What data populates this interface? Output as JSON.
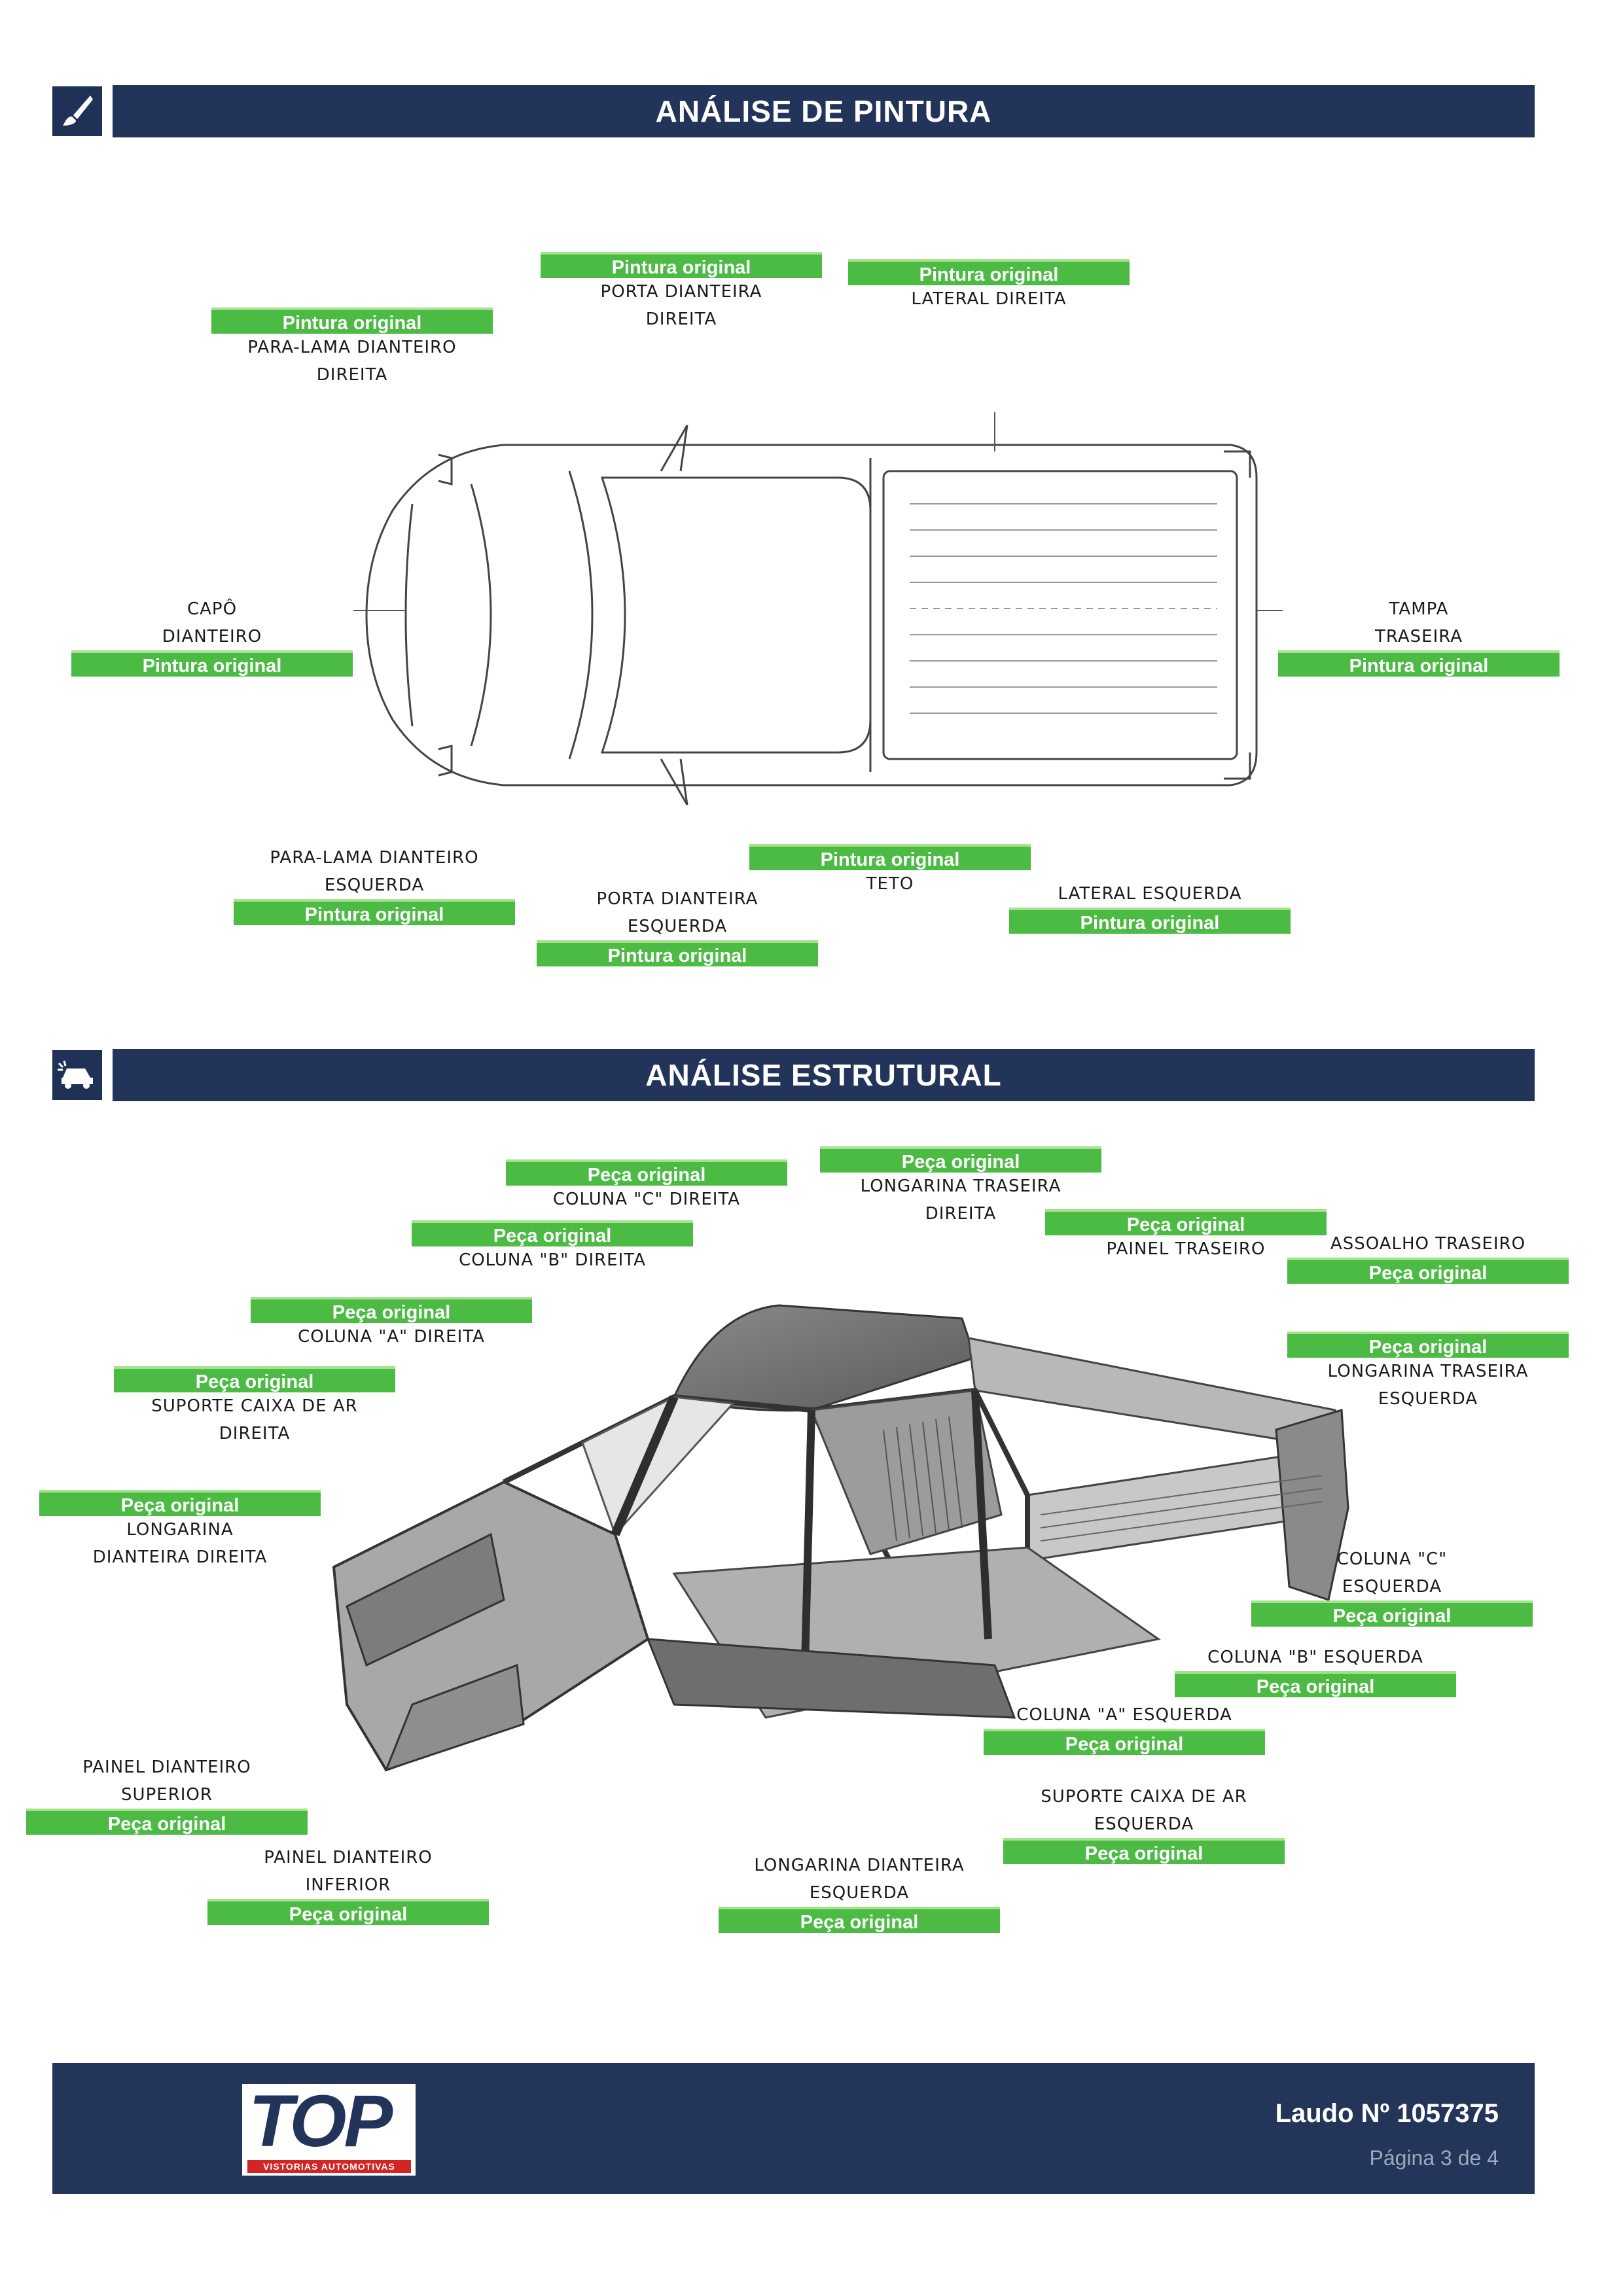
{
  "sections": {
    "paint": {
      "title": "ANÁLISE DE PINTURA",
      "icon": "paintbrush-icon"
    },
    "structural": {
      "title": "ANÁLISE ESTRUTURAL",
      "icon": "damaged-car-icon"
    }
  },
  "paint_callouts": [
    {
      "status": "Pintura original",
      "label": "PARA-LAMA DIANTEIRO\nDIREITA"
    },
    {
      "status": "Pintura original",
      "label": "PORTA DIANTEIRA\nDIREITA"
    },
    {
      "status": "Pintura original",
      "label": "LATERAL DIREITA"
    },
    {
      "status": "Pintura original",
      "label": "CAPÔ\nDIANTEIRO"
    },
    {
      "status": "Pintura original",
      "label": "TAMPA\nTRASEIRA"
    },
    {
      "status": "Pintura original",
      "label": "PARA-LAMA DIANTEIRO\nESQUERDA"
    },
    {
      "status": "Pintura original",
      "label": "PORTA DIANTEIRA\nESQUERDA"
    },
    {
      "status": "Pintura original",
      "label": "TETO"
    },
    {
      "status": "Pintura original",
      "label": "LATERAL ESQUERDA"
    }
  ],
  "structural_callouts": [
    {
      "status": "Peça original",
      "label": "COLUNA \"C\" DIREITA"
    },
    {
      "status": "Peça original",
      "label": "LONGARINA TRASEIRA\nDIREITA"
    },
    {
      "status": "Peça original",
      "label": "COLUNA \"B\" DIREITA"
    },
    {
      "status": "Peça original",
      "label": "PAINEL TRASEIRO"
    },
    {
      "status": "Peça original",
      "label": "ASSOALHO TRASEIRO"
    },
    {
      "status": "Peça original",
      "label": "COLUNA \"A\" DIREITA"
    },
    {
      "status": "Peça original",
      "label": "LONGARINA TRASEIRA\nESQUERDA"
    },
    {
      "status": "Peça original",
      "label": "SUPORTE CAIXA DE AR\nDIREITA"
    },
    {
      "status": "Peça original",
      "label": "LONGARINA\nDIANTEIRA DIREITA"
    },
    {
      "status": "Peça original",
      "label": "COLUNA \"C\"\nESQUERDA"
    },
    {
      "status": "Peça original",
      "label": "COLUNA \"B\" ESQUERDA"
    },
    {
      "status": "Peça original",
      "label": "COLUNA \"A\" ESQUERDA"
    },
    {
      "status": "Peça original",
      "label": "PAINEL DIANTEIRO\nSUPERIOR"
    },
    {
      "status": "Peça original",
      "label": "SUPORTE CAIXA DE AR\nESQUERDA"
    },
    {
      "status": "Peça original",
      "label": "PAINEL DIANTEIRO\nINFERIOR"
    },
    {
      "status": "Peça original",
      "label": "LONGARINA DIANTEIRA\nESQUERDA"
    }
  ],
  "footer": {
    "logo_text": "TOP",
    "logo_subtitle": "VISTORIAS AUTOMOTIVAS",
    "report_number": "Laudo Nº 1057375",
    "page": "Página 3 de 4"
  },
  "colors": {
    "header_bar": "#223459",
    "badge_green": "#4bbb44",
    "logo_red": "#d42525"
  }
}
